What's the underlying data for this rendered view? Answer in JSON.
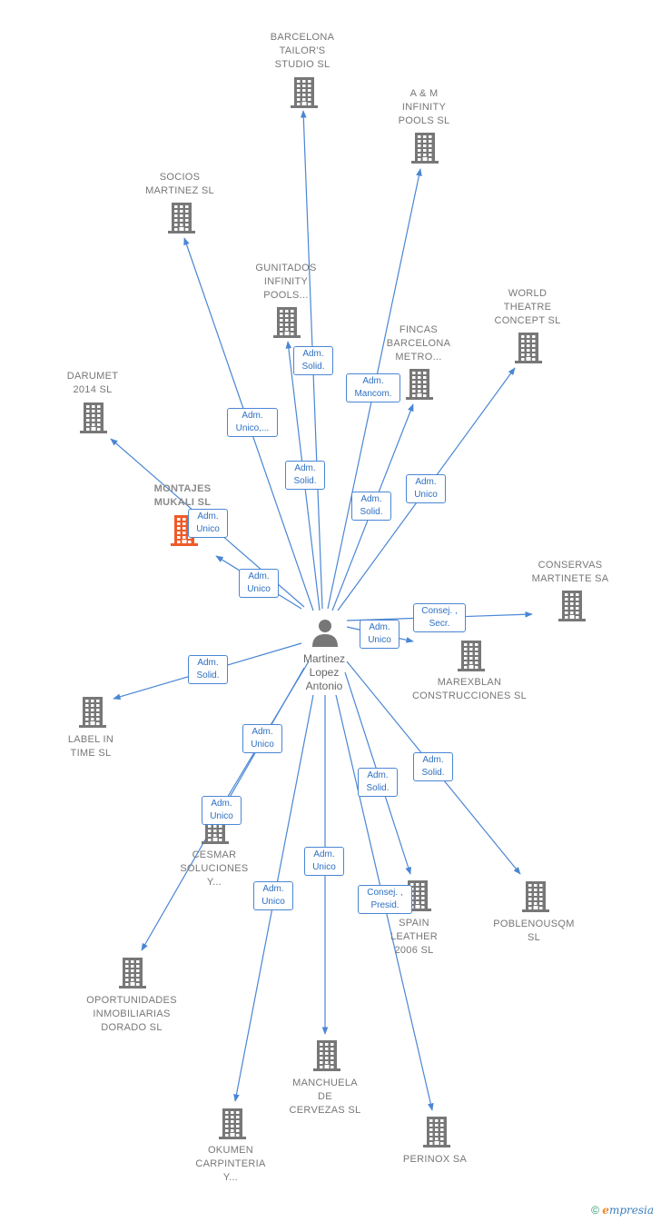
{
  "colors": {
    "edge": "#4a86d4",
    "building": "#777777",
    "highlight": "#f05a28",
    "person": "#777777"
  },
  "center": {
    "label": "Martinez\nLopez\nAntonio",
    "icon": "person-icon"
  },
  "nodes": [
    {
      "id": "barcelona-tailors",
      "label": "BARCELONA\nTAILOR'S\nSTUDIO  SL",
      "icon": "building-icon"
    },
    {
      "id": "am-infinity",
      "label": "A & M\nINFINITY\nPOOLS  SL",
      "icon": "building-icon"
    },
    {
      "id": "socios-martinez",
      "label": "SOCIOS\nMARTINEZ  SL",
      "icon": "building-icon"
    },
    {
      "id": "gunitados",
      "label": "GUNITADOS\nINFINITY\nPOOLS...",
      "icon": "building-icon"
    },
    {
      "id": "world-theatre",
      "label": "WORLD\nTHEATRE\nCONCEPT SL",
      "icon": "building-icon"
    },
    {
      "id": "fincas-barcelona",
      "label": "FINCAS\nBARCELONA\nMETRO...",
      "icon": "building-icon"
    },
    {
      "id": "darumet",
      "label": "DARUMET\n2014  SL",
      "icon": "building-icon"
    },
    {
      "id": "montajes-mukali",
      "label": "MONTAJES\nMUKALI  SL",
      "icon": "building-icon",
      "highlight": true
    },
    {
      "id": "conservas-martinete",
      "label": "CONSERVAS\nMARTINETE SA",
      "icon": "building-icon"
    },
    {
      "id": "marexblan",
      "label": "MAREXBLAN\nCONSTRUCCIONES SL",
      "icon": "building-icon"
    },
    {
      "id": "label-in-time",
      "label": "LABEL IN\nTIME  SL",
      "icon": "building-icon"
    },
    {
      "id": "cesmar",
      "label": "CESMAR\nSOLUCIONES\nY...",
      "icon": "building-icon"
    },
    {
      "id": "spain-leather",
      "label": "SPAIN\nLEATHER\n2006 SL",
      "icon": "building-icon"
    },
    {
      "id": "poblenousqm",
      "label": "POBLENOUSQM\nSL",
      "icon": "building-icon"
    },
    {
      "id": "oportunidades",
      "label": "OPORTUNIDADES\nINMOBILIARIAS\nDORADO  SL",
      "icon": "building-icon"
    },
    {
      "id": "manchuela",
      "label": "MANCHUELA\nDE\nCERVEZAS  SL",
      "icon": "building-icon"
    },
    {
      "id": "perinox",
      "label": "PERINOX SA",
      "icon": "building-icon"
    },
    {
      "id": "okumen",
      "label": "OKUMEN\nCARPINTERIA\nY...",
      "icon": "building-icon"
    }
  ],
  "relations": [
    {
      "target": "gunitados",
      "label": "Adm.\nSolid."
    },
    {
      "target": "fincas-barcelona",
      "label": "Adm.\nMancom."
    },
    {
      "target": "socios-martinez",
      "label": "Adm.\nUnico,..."
    },
    {
      "target": "barcelona-tailors",
      "label": "Adm.\nSolid."
    },
    {
      "target": "world-theatre",
      "label": "Adm.\nUnico"
    },
    {
      "target": "am-infinity",
      "label": "Adm.\nSolid."
    },
    {
      "target": "darumet",
      "label": "Adm.\nUnico"
    },
    {
      "target": "montajes-mukali",
      "label": "Adm.\nUnico"
    },
    {
      "target": "conservas-martinete",
      "label": "Consej. ,\nSecr."
    },
    {
      "target": "marexblan",
      "label": "Adm.\nUnico"
    },
    {
      "target": "label-in-time",
      "label": "Adm.\nSolid."
    },
    {
      "target": "cesmar",
      "label": "Adm.\nUnico"
    },
    {
      "target": "oportunidades",
      "label": "Adm.\nUnico"
    },
    {
      "target": "spain-leather",
      "label": "Adm.\nSolid."
    },
    {
      "target": "poblenousqm",
      "label": "Adm.\nSolid."
    },
    {
      "target": "manchuela",
      "label": "Adm.\nUnico"
    },
    {
      "target": "okumen",
      "label": "Adm.\nUnico"
    },
    {
      "target": "perinox",
      "label": "Consej. ,\nPresid."
    }
  ],
  "footer": {
    "copyright": "©",
    "brand_initial": "e",
    "brand_rest": "mpresia"
  }
}
